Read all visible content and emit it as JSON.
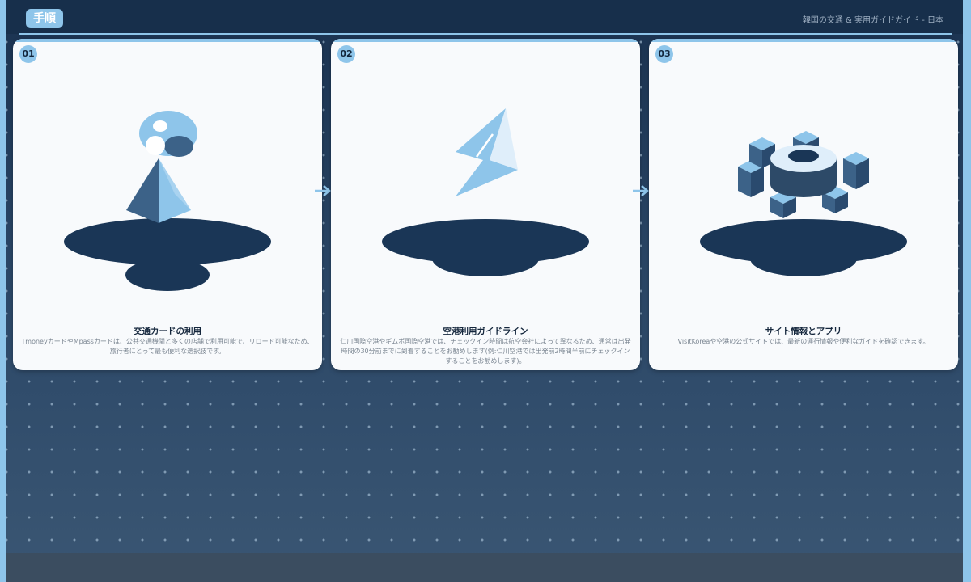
{
  "header": {
    "badge": "手順",
    "subtitle": "韓国の交通 & 実用ガイドガイド - 日本"
  },
  "steps": [
    {
      "number": "01",
      "title": "交通カードの利用",
      "description": "TmoneyカードやMpassカードは、公共交通機関と多くの店舗で利用可能で、リロード可能なため、旅行者にとって最も便利な選択肢です。",
      "icon": "pyramid-sphere-icon"
    },
    {
      "number": "02",
      "title": "空港利用ガイドライン",
      "description": "仁川国際空港やギムポ国際空港では、チェックイン時間は航空会社によって異なるため、通常は出発時間の30分前までに到着することをお勧めします(例:仁川空港では出発前2時間半前にチェックインすることをお勧めします)。",
      "icon": "lightning-icon"
    },
    {
      "number": "03",
      "title": "サイト情報とアプリ",
      "description": "VisitKoreaや空港の公式サイトでは、最新の運行情報や便利なガイドを確認できます。",
      "icon": "gear-icon"
    }
  ],
  "colors": {
    "accent": "#8ec5ea",
    "navy": "#1a3656",
    "card": "#f8fafc"
  }
}
